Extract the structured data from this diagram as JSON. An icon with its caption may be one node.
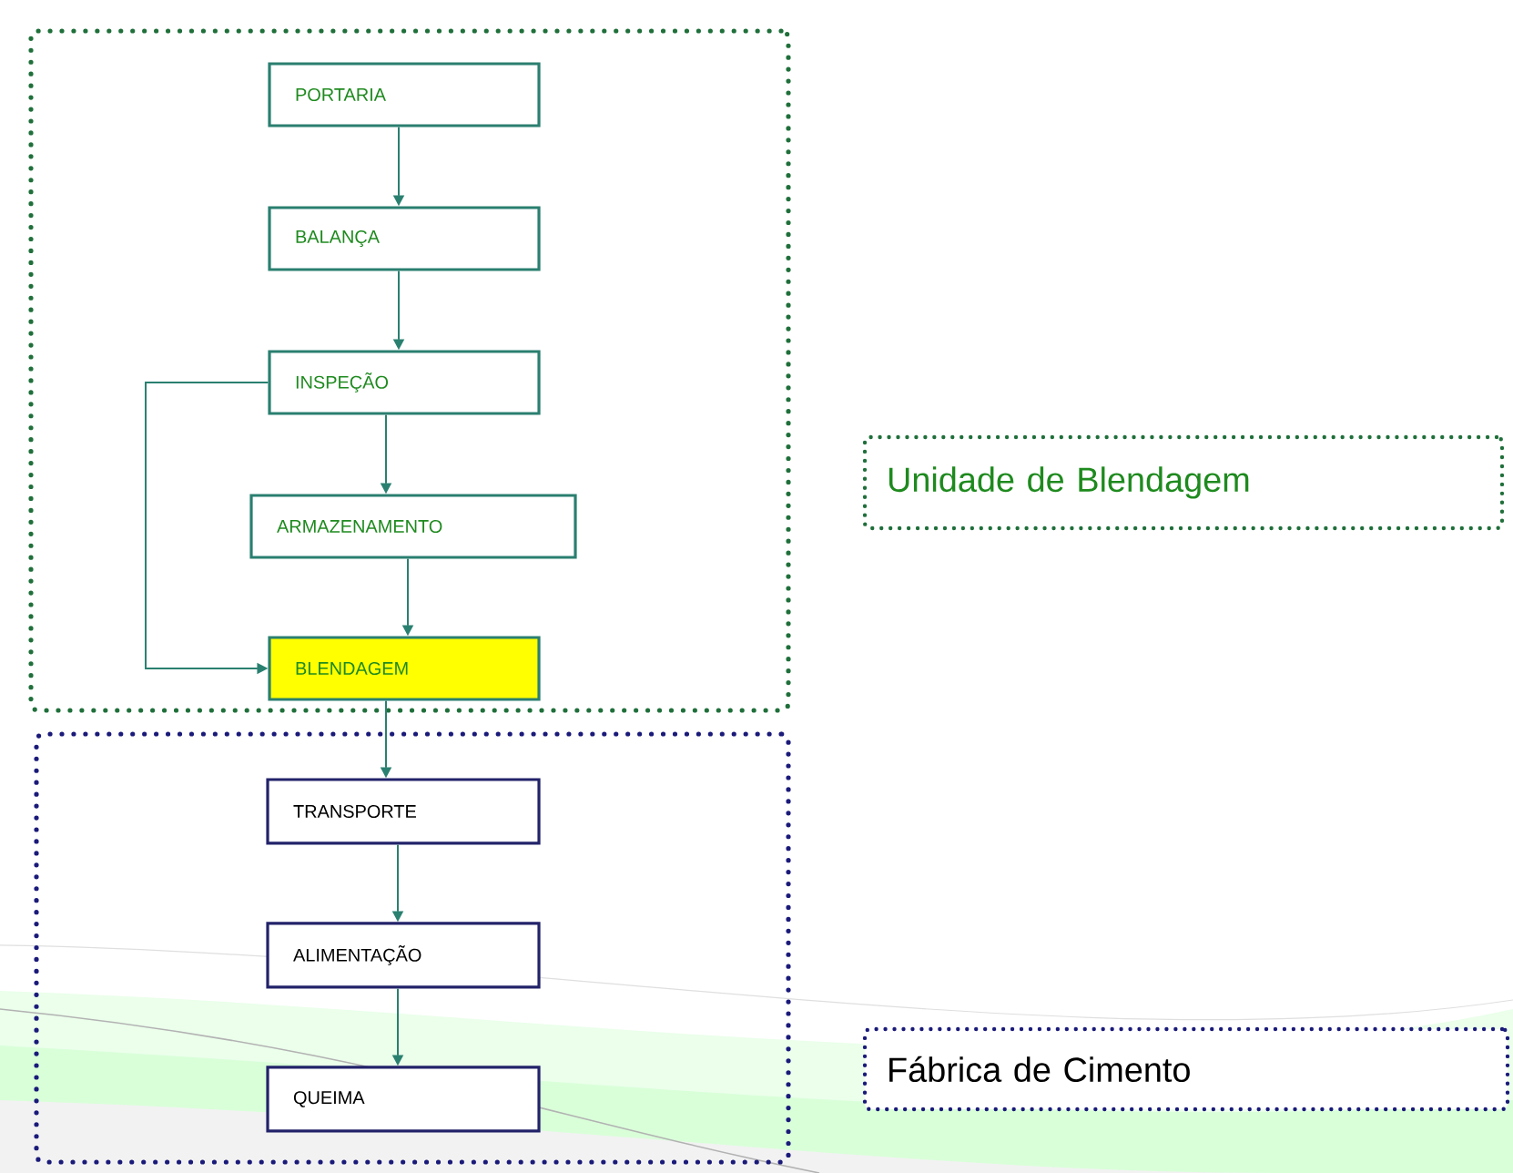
{
  "diagram": {
    "nodes": [
      {
        "text": [],
        "shape": "box"
      },
      {
        "text": [
          "PORTARIA"
        ],
        "in": 0
      },
      {
        "text": [
          "BALANÇA"
        ],
        "in": 0
      },
      {
        "text": [
          "INSPEÇÃO"
        ],
        "in": 0
      },
      {
        "text": [
          "ARMAZENAMENTO"
        ],
        "in": 0
      },
      {
        "text": [
          "BLENDAGEM"
        ],
        "in": 0
      },
      {
        "text": [],
        "shape": "box"
      },
      {
        "text": [
          "TRANSPORTE"
        ],
        "in": 6
      },
      {
        "text": [
          "ALIMENTAÇÃO"
        ],
        "in": 6
      },
      {
        "text": [
          "QUEIMA"
        ],
        "in": 6
      },
      {
        "text": [
          "Unidade de Blendagem"
        ]
      },
      {
        "text": [
          "Fábrica de Cimento"
        ]
      }
    ],
    "edges": [
      {
        "from": 1,
        "to": 2,
        "arrow": "to"
      },
      {
        "from": 2,
        "to": 3,
        "arrow": "to"
      },
      {
        "from": 3,
        "to": 4,
        "arrow": "to"
      },
      {
        "from": 4,
        "to": 5,
        "arrow": "to"
      },
      {
        "from": 3,
        "to": 5,
        "arrow": "to"
      },
      {
        "from": 5,
        "to": 7,
        "arrow": "to"
      },
      {
        "from": 7,
        "to": 8,
        "arrow": "to"
      },
      {
        "from": 8,
        "to": 9,
        "arrow": "to"
      }
    ]
  }
}
